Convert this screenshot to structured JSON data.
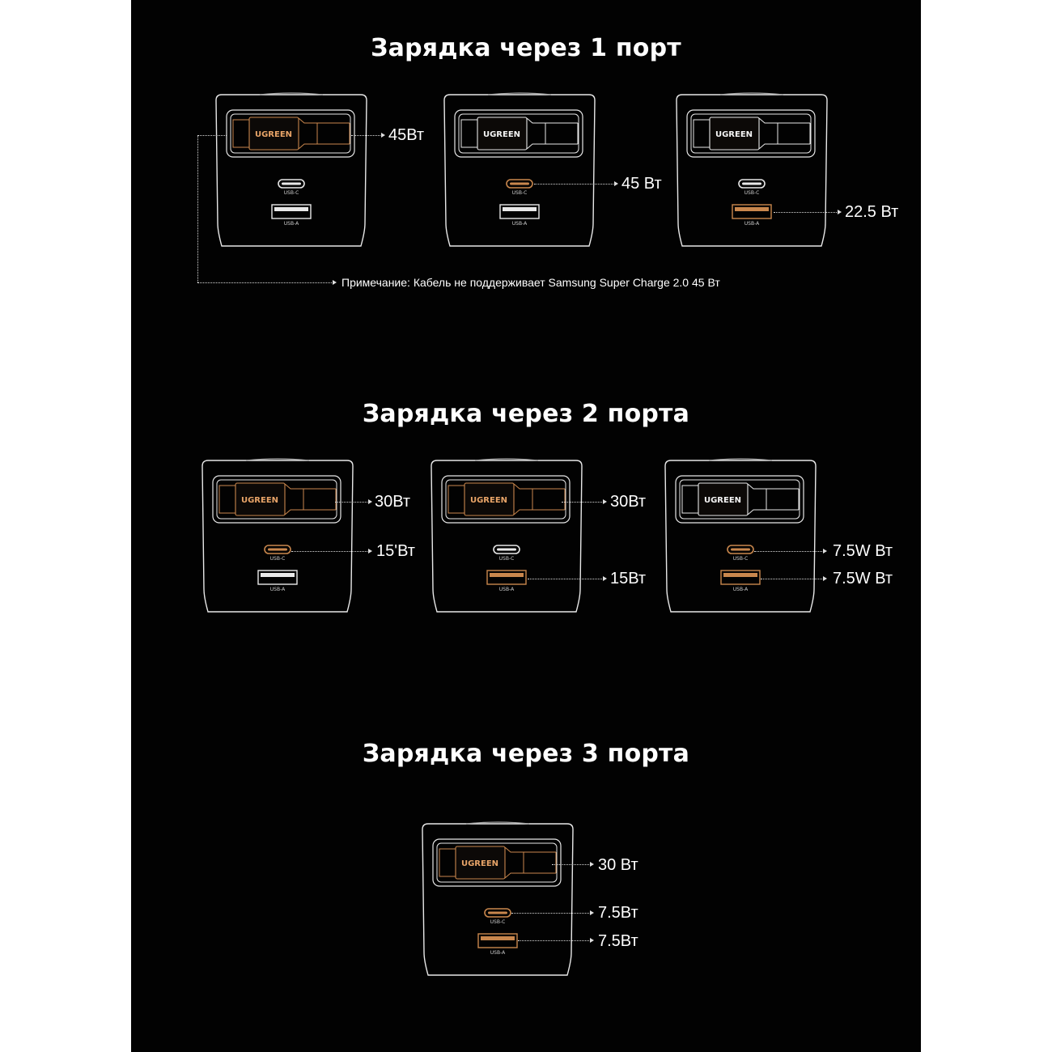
{
  "colors": {
    "background": "#020202",
    "outline": "#e8e8e8",
    "active": "#c9874d",
    "text": "#ffffff"
  },
  "sections": [
    {
      "title": "Зарядка через 1 порт",
      "configs": [
        {
          "active": [
            "cable"
          ],
          "labels": {
            "cable": "45Вт"
          }
        },
        {
          "active": [
            "usb_c"
          ],
          "labels": {
            "usb_c": "45 Вт"
          }
        },
        {
          "active": [
            "usb_a"
          ],
          "labels": {
            "usb_a": "22.5 Вт"
          }
        }
      ],
      "note": "Примечание: Кабель не поддерживает Samsung Super Charge 2.0 45 Вт"
    },
    {
      "title": "Зарядка через 2 порта",
      "configs": [
        {
          "active": [
            "cable",
            "usb_c"
          ],
          "labels": {
            "cable": "30Вт",
            "usb_c": "15'Вт"
          }
        },
        {
          "active": [
            "cable",
            "usb_a"
          ],
          "labels": {
            "cable": "30Вт",
            "usb_a": "15Вт"
          }
        },
        {
          "active": [
            "usb_c",
            "usb_a"
          ],
          "labels": {
            "usb_c": "7.5W Вт",
            "usb_a": "7.5W Вт"
          }
        }
      ]
    },
    {
      "title": "Зарядка через 3 порта",
      "configs": [
        {
          "active": [
            "cable",
            "usb_c",
            "usb_a"
          ],
          "labels": {
            "cable": "30 Вт",
            "usb_c": "7.5Вт",
            "usb_a": "7.5Вт"
          }
        }
      ]
    }
  ],
  "device": {
    "brand": "UGREEN",
    "port_c": "USB-C",
    "port_a": "USB-A"
  }
}
